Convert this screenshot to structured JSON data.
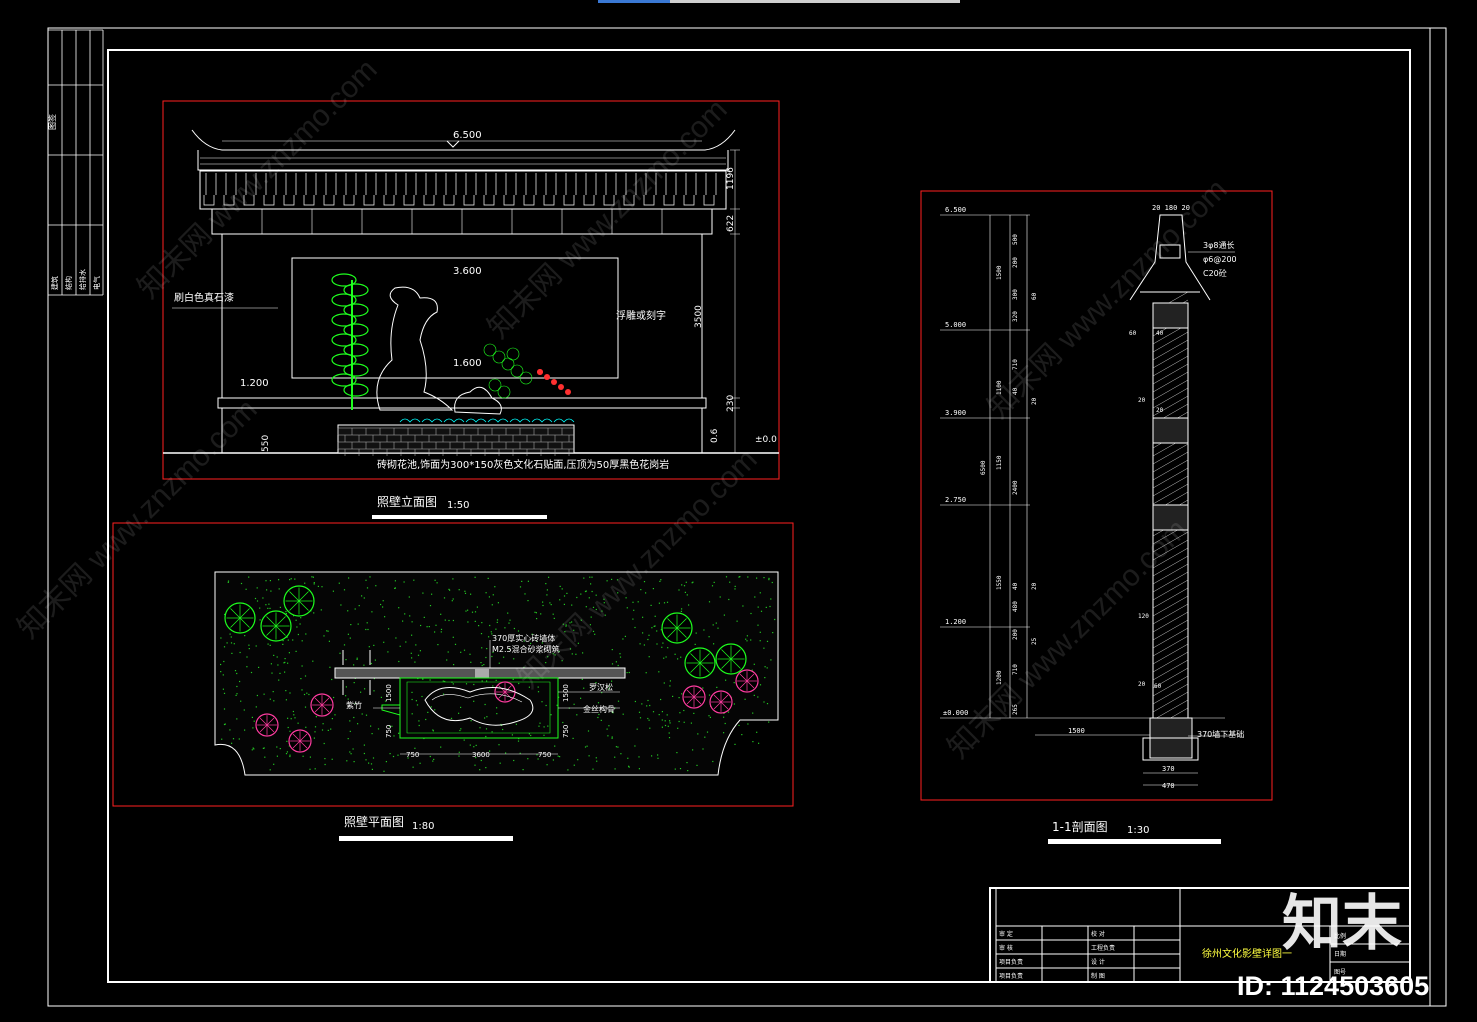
{
  "elevation": {
    "title": "照壁立面图",
    "scale": "1:50",
    "dims": {
      "roof_width": "6.500",
      "roof_h": "1196",
      "frieze_h": "622",
      "wall_h": "3500",
      "base_h": "230",
      "plinth_h": "0.6",
      "top_base": "550",
      "ground": "±0.0",
      "panel_top": "3.600",
      "rock_top": "1.600",
      "base_level": "1.200"
    },
    "notes": {
      "left": "刷白色真石漆",
      "right": "浮雕或刻字",
      "bottom": "砖砌花池,饰面为300*150灰色文化石贴面,压顶为50厚黑色花岗岩"
    }
  },
  "plan": {
    "title": "照壁平面图",
    "scale": "1:80",
    "labels": {
      "wall": "370厚实心砖墙体",
      "mortar": "M2.5混合砂浆砌筑",
      "plant_a": "罗汉松",
      "plant_b": "金丝构骨",
      "plant_c": "紫竹",
      "dim_l": "750",
      "dim_c": "3600",
      "dim_r": "750",
      "dim_h1": "1500",
      "dim_h2": "1500",
      "dim_v1": "750",
      "dim_v2": "750"
    }
  },
  "section": {
    "title": "1-1剖面图",
    "scale": "1:30",
    "levels": [
      "6.500",
      "5.000",
      "3.900",
      "2.750",
      "1.200",
      "±0.000"
    ],
    "dims_outer": [
      "1500",
      "1100",
      "1150",
      "2400",
      "1550",
      "1200"
    ],
    "dims_inner": [
      "500",
      "200",
      "300",
      "320",
      "60",
      "710",
      "40",
      "20",
      "40",
      "20",
      "480",
      "200",
      "25",
      "710",
      "265"
    ],
    "total": "6500",
    "top_dims": "20 180 20",
    "callout_1": "3φ8通长",
    "callout_2": "φ6@200",
    "callout_3": "C20砼",
    "bottom_label": "370墙下基础",
    "width_1": "370",
    "width_2": "470",
    "step": "1500",
    "small_dims": [
      "60",
      "40",
      "20",
      "20",
      "120",
      "20",
      "60"
    ]
  },
  "titleblock": {
    "drawing_name": "徐州文化影壁详图一",
    "rows": [
      [
        "审 定",
        "校 对"
      ],
      [
        "审 核",
        "工程负责"
      ],
      [
        "项目负责",
        "设 计"
      ],
      [
        "项目负责",
        "制 图"
      ]
    ],
    "right_labels": [
      "比例",
      "日期",
      "图号"
    ]
  },
  "left_strip": {
    "items": [
      "图签",
      "建筑",
      "结构",
      "给排水",
      "电气"
    ]
  },
  "watermark": {
    "text": "知末网 www.znzmo.com",
    "brand": "知末",
    "id": "ID: 1124503605"
  },
  "colors": {
    "frame": "#ffffff",
    "viewport": "#ff2020",
    "plant_green": "#1eff1e",
    "ground_green": "#23c823",
    "magenta": "#ff3ca0",
    "cyan": "#00ffff",
    "yellow": "#ffff40"
  }
}
